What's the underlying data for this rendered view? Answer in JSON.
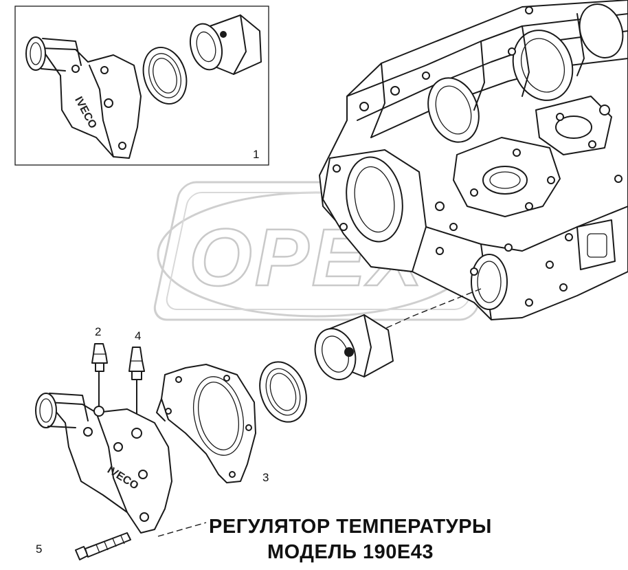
{
  "watermark": {
    "text": "OPEX"
  },
  "inset": {
    "label": "1",
    "brand": "IVECO"
  },
  "part_labels": [
    {
      "id": "2",
      "text": "2"
    },
    {
      "id": "3",
      "text": "3"
    },
    {
      "id": "4",
      "text": "4"
    },
    {
      "id": "5",
      "text": "5"
    }
  ],
  "housing_brand": "IVECO",
  "title": {
    "line1": "РЕГУЛЯТОР ТЕМПЕРАТУРЫ",
    "line2": "МОДЕЛЬ 190E43"
  }
}
